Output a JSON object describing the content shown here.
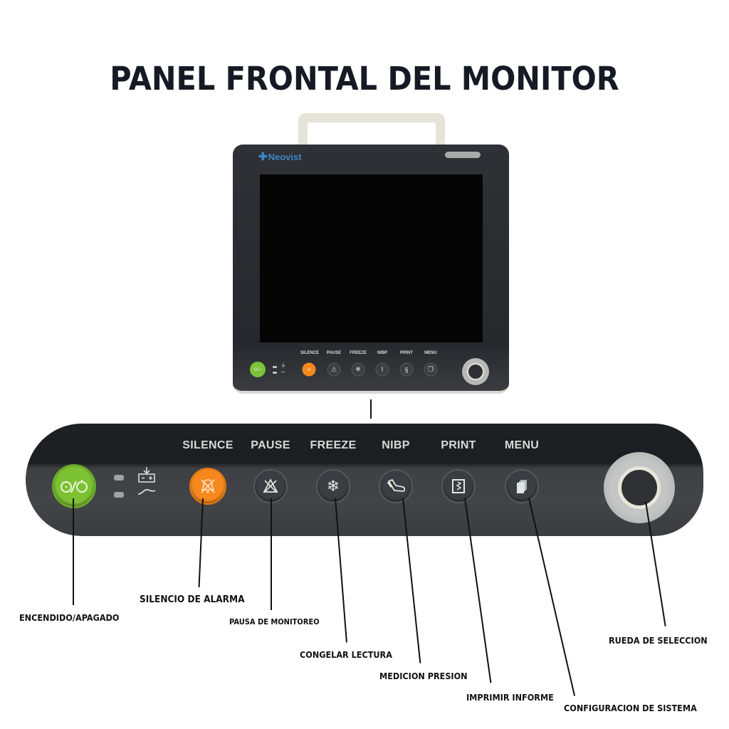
{
  "title": "PANEL FRONTAL DEL MONITOR",
  "monitor": {
    "brand": "Neovist",
    "brand_icon": "plus-icon",
    "screen_color": "#050506",
    "button_labels": [
      "SILENCE",
      "PAUSE",
      "FREEZE",
      "NIBP",
      "PRINT",
      "MENU"
    ]
  },
  "panel": {
    "buttons": [
      {
        "id": "power",
        "label": "",
        "icon": "power-standby-icon",
        "glyph": "⊙/○",
        "color": "#7cc232"
      },
      {
        "id": "silence",
        "label": "SILENCE",
        "icon": "alarm-silence-icon",
        "glyph": "🔕",
        "color": "#f6891e"
      },
      {
        "id": "pause",
        "label": "PAUSE",
        "icon": "alarm-pause-icon",
        "glyph": "⚠",
        "color": "#3a3d41"
      },
      {
        "id": "freeze",
        "label": "FREEZE",
        "icon": "snowflake-icon",
        "glyph": "❄",
        "color": "#3a3d41"
      },
      {
        "id": "nibp",
        "label": "NIBP",
        "icon": "blood-pressure-cuff-icon",
        "glyph": "⌇",
        "color": "#3a3d41"
      },
      {
        "id": "print",
        "label": "PRINT",
        "icon": "printer-icon",
        "glyph": "§",
        "color": "#3a3d41"
      },
      {
        "id": "menu",
        "label": "MENU",
        "icon": "menu-pages-icon",
        "glyph": "❐",
        "color": "#3a3d41"
      }
    ],
    "indicators": [
      {
        "icon": "battery-charging-icon",
        "glyph": "⏚"
      },
      {
        "icon": "ac-power-icon",
        "glyph": "∼"
      }
    ],
    "knob_icon": "selection-wheel-icon"
  },
  "callouts": [
    {
      "id": "power",
      "text": "ENCENDIDO/APAGADO"
    },
    {
      "id": "silence",
      "text": "SILENCIO DE ALARMA"
    },
    {
      "id": "pause",
      "text": "PAUSA DE MONITOREO"
    },
    {
      "id": "freeze",
      "text": "CONGELAR LECTURA"
    },
    {
      "id": "nibp",
      "text": "MEDICION PRESION"
    },
    {
      "id": "print",
      "text": "IMPRIMIR INFORME"
    },
    {
      "id": "menu",
      "text": "CONFIGURACION DE SISTEMA"
    },
    {
      "id": "knob",
      "text": "RUEDA DE SELECCION"
    }
  ]
}
